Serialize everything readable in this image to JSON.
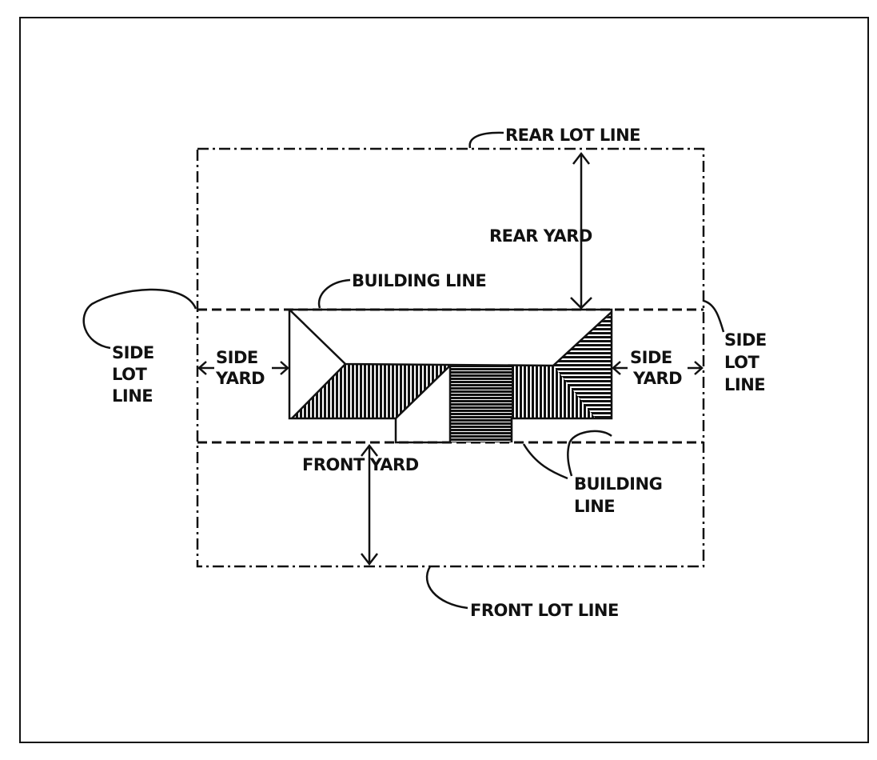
{
  "labels": {
    "rear_lot_line": "REAR LOT LINE",
    "rear_yard": "REAR YARD",
    "building_line_top": "BUILDING LINE",
    "side_lot_line_left": [
      "SIDE",
      "LOT",
      "LINE"
    ],
    "side_yard_left": [
      "SIDE",
      "YARD"
    ],
    "side_yard_right": [
      "SIDE",
      "YARD"
    ],
    "side_lot_line_right": [
      "SIDE",
      "LOT",
      "LINE"
    ],
    "front_yard": "FRONT YARD",
    "building_line_bottom": [
      "BUILDING",
      "LINE"
    ],
    "front_lot_line": "FRONT LOT LINE"
  }
}
